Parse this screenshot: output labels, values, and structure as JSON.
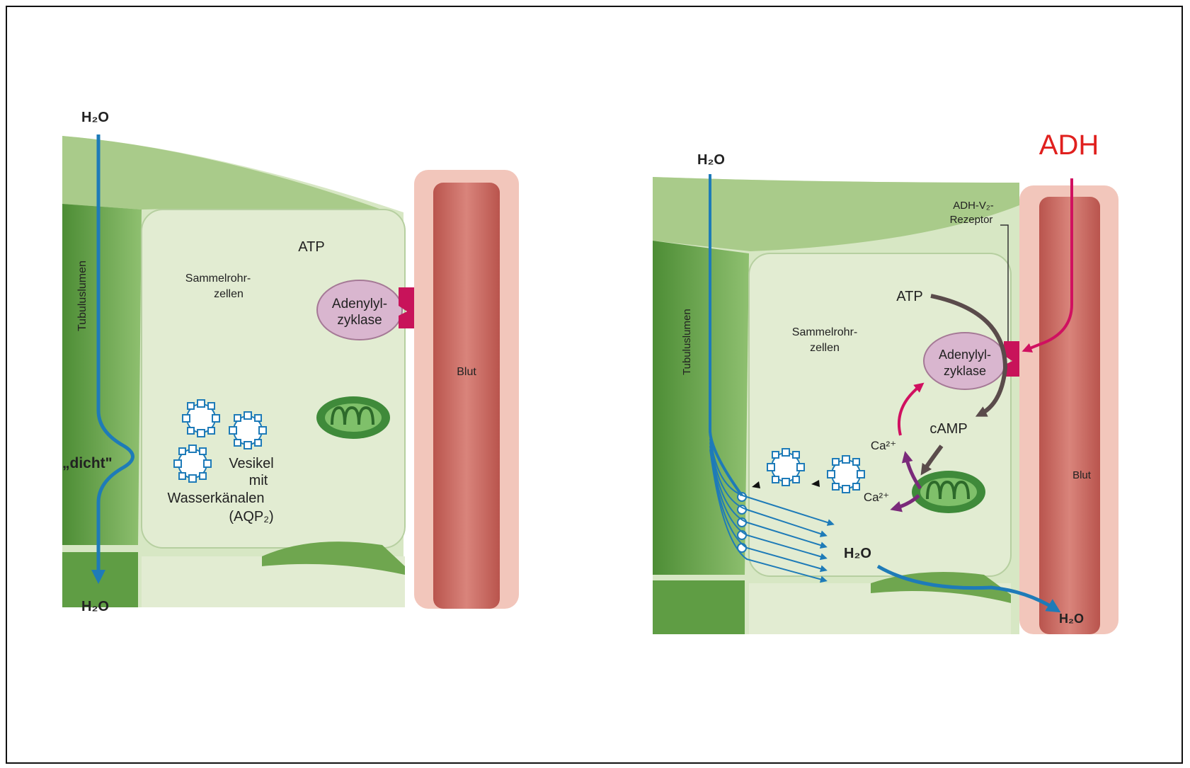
{
  "colors": {
    "cell_fill": "#e2ecd2",
    "cell_dark": "#6fa64f",
    "tubule_wall": "#a9cb8a",
    "blood_outer": "#f2c6bb",
    "blood_inner": "#c9736a",
    "water_arrow": "#1e7bb8",
    "adh_red": "#e0201e",
    "adh_arrow": "#d01060",
    "receptor": "#c8135a",
    "enzyme": "#d9b6cf",
    "camp_arrow": "#5a4b4b",
    "ca_arrow": "#7a2a7a",
    "mito": "#3f8a3a"
  },
  "left_panel": {
    "h2o_top": "H₂O",
    "h2o_bottom": "H₂O",
    "tubulus": "Tubuluslumen",
    "cell": [
      "Sammelrohr-",
      "zellen"
    ],
    "atp": "ATP",
    "enzyme": [
      "Adenylyl-",
      "zyklase"
    ],
    "blood": "Blut",
    "tight": "„dicht\"",
    "vesicle": [
      "Vesikel",
      "mit",
      "Wasserkänalen",
      "(AQP₂)"
    ]
  },
  "right_panel": {
    "adh": "ADH",
    "h2o_top": "H₂O",
    "h2o_mid": "H₂O",
    "h2o_blood": "H₂O",
    "receptor": [
      "ADH-V₂-",
      "Rezeptor"
    ],
    "tubulus": "Tubuluslumen",
    "cell": [
      "Sammelrohr-",
      "zellen"
    ],
    "atp": "ATP",
    "enzyme": [
      "Adenylyl-",
      "zyklase"
    ],
    "camp": "cAMP",
    "ca1": "Ca²⁺",
    "ca2": "Ca²⁺",
    "blood": "Blut"
  }
}
